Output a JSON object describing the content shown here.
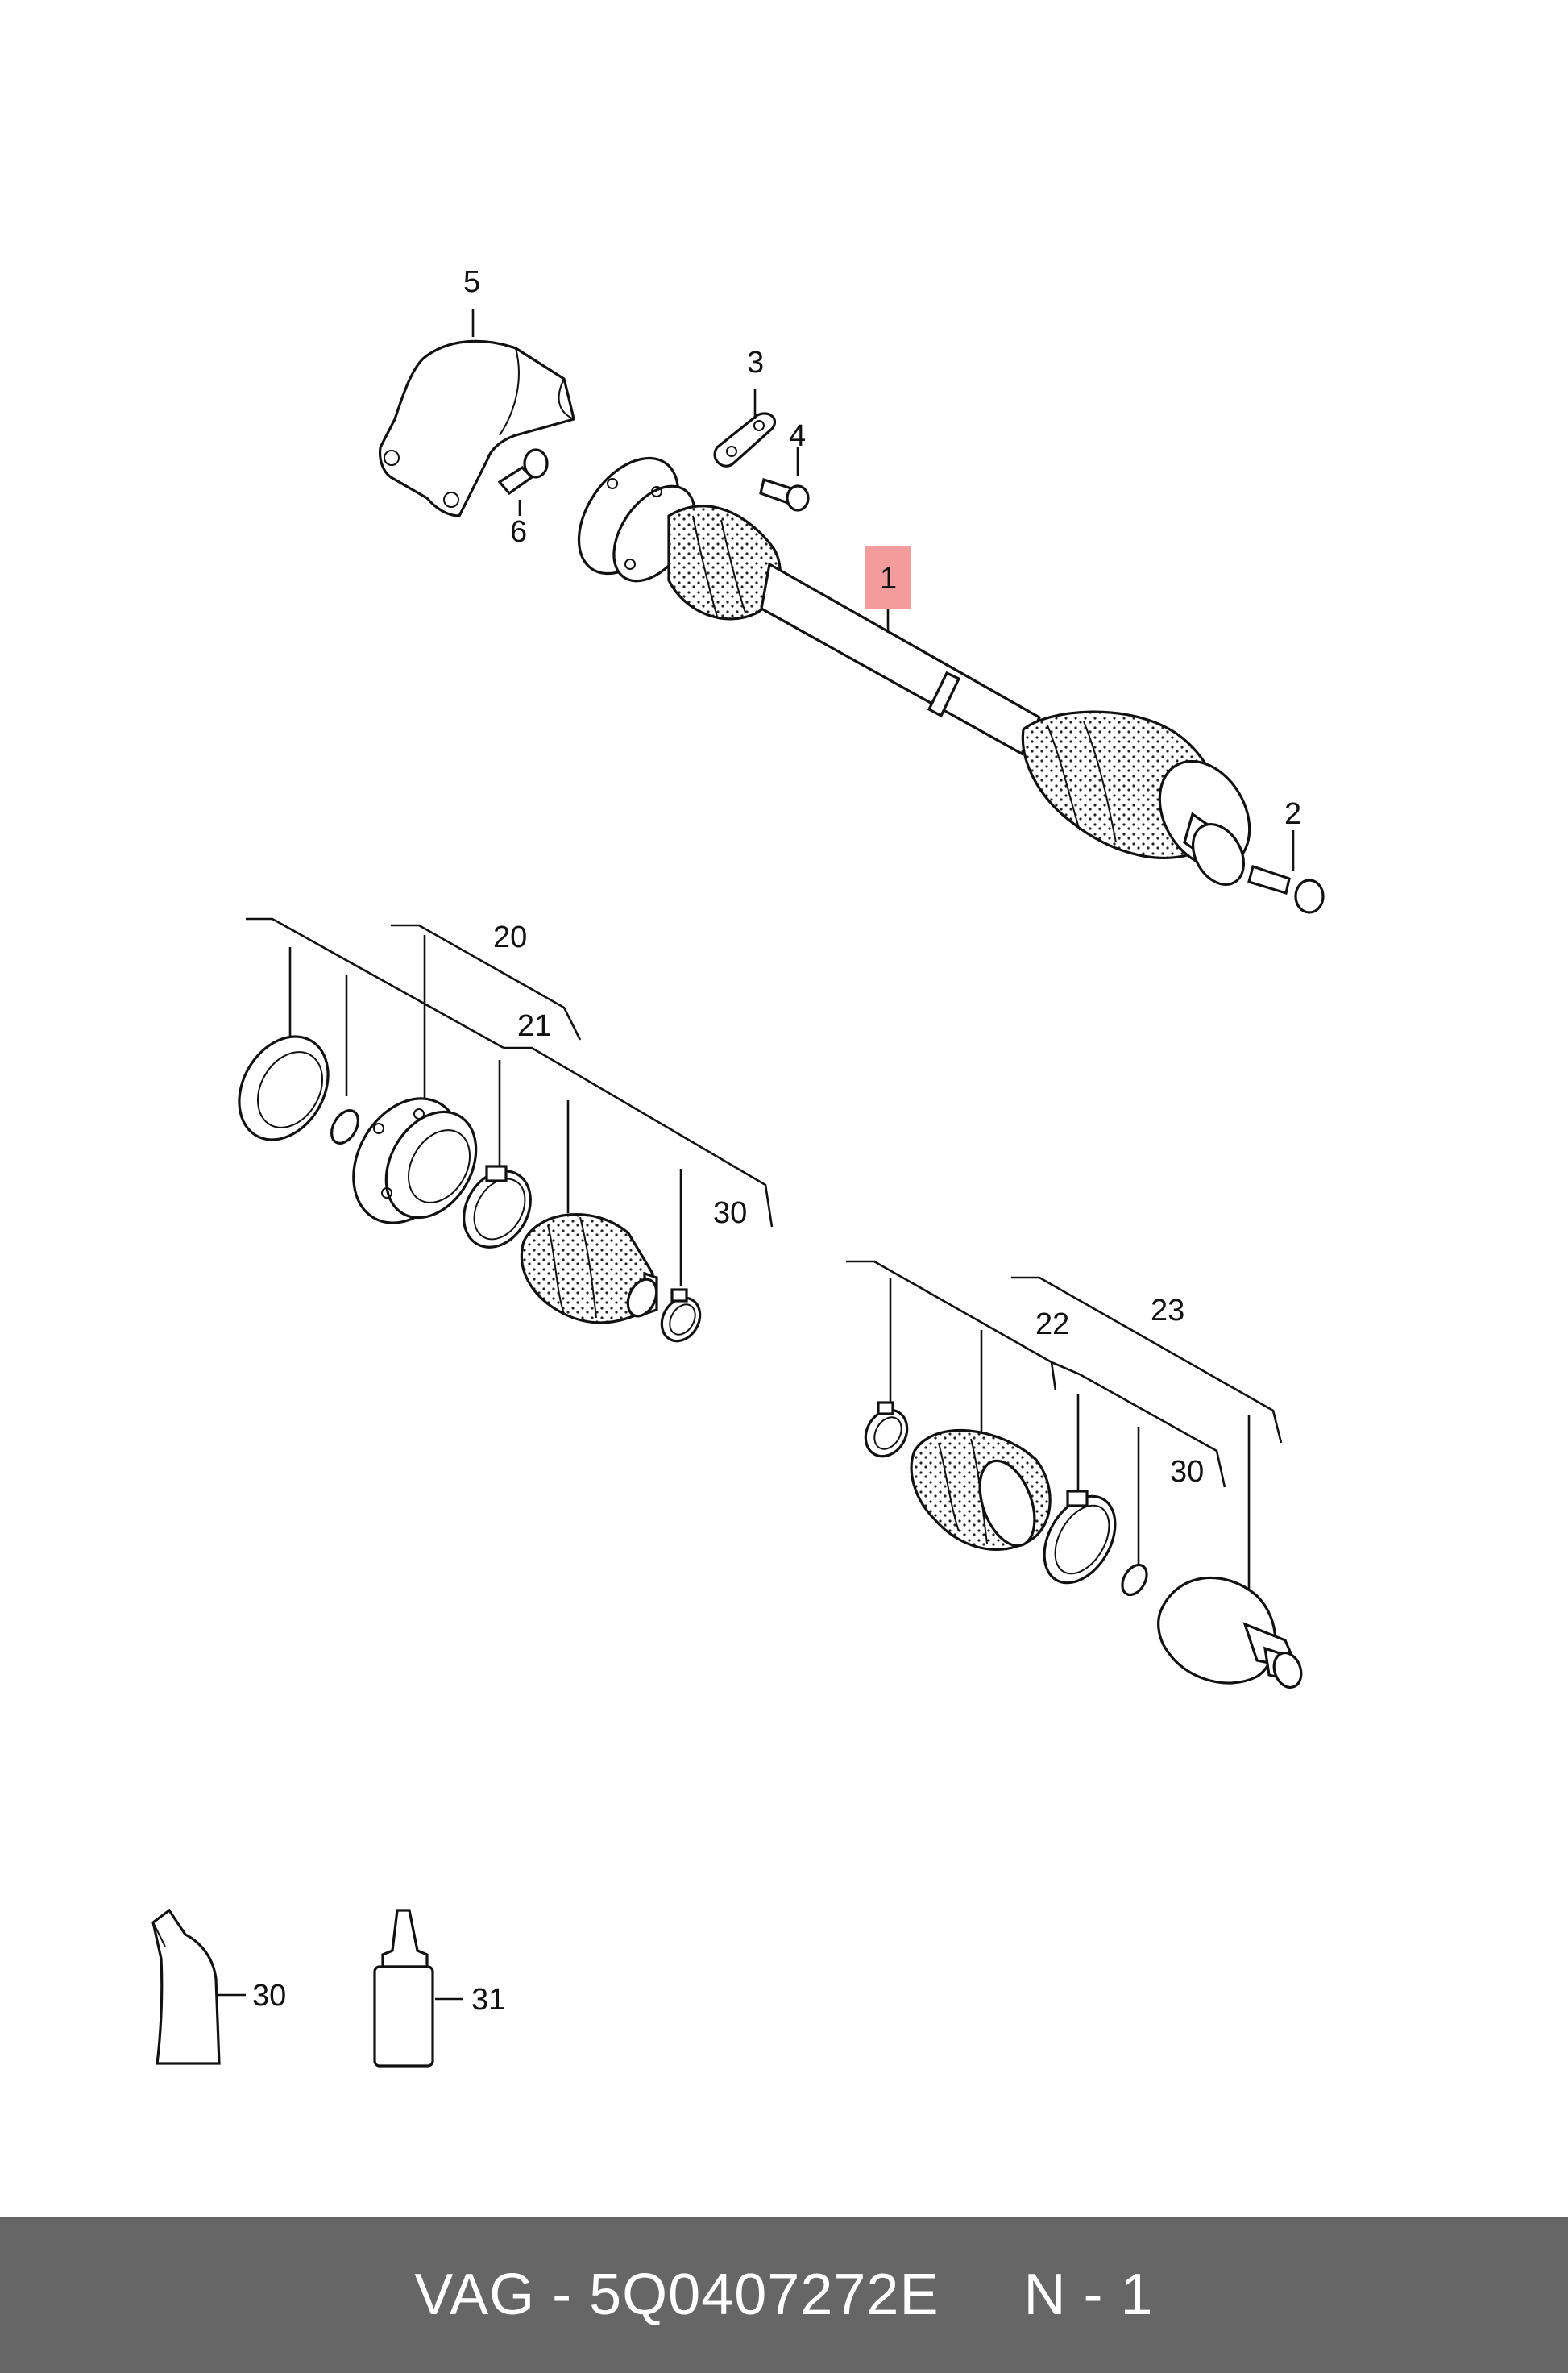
{
  "callouts": {
    "c1": "1",
    "c2": "2",
    "c3": "3",
    "c4": "4",
    "c5": "5",
    "c6": "6",
    "c20": "20",
    "c21": "21",
    "c22": "22",
    "c23": "23",
    "c30a": "30",
    "c30b": "30",
    "c30c": "30",
    "c31": "31"
  },
  "highlight_color": "#f28b8b",
  "footer": {
    "brand": "VAG",
    "sep": " - ",
    "part_number": "5Q0407272E",
    "gap": "     ",
    "note": "N - 1"
  }
}
